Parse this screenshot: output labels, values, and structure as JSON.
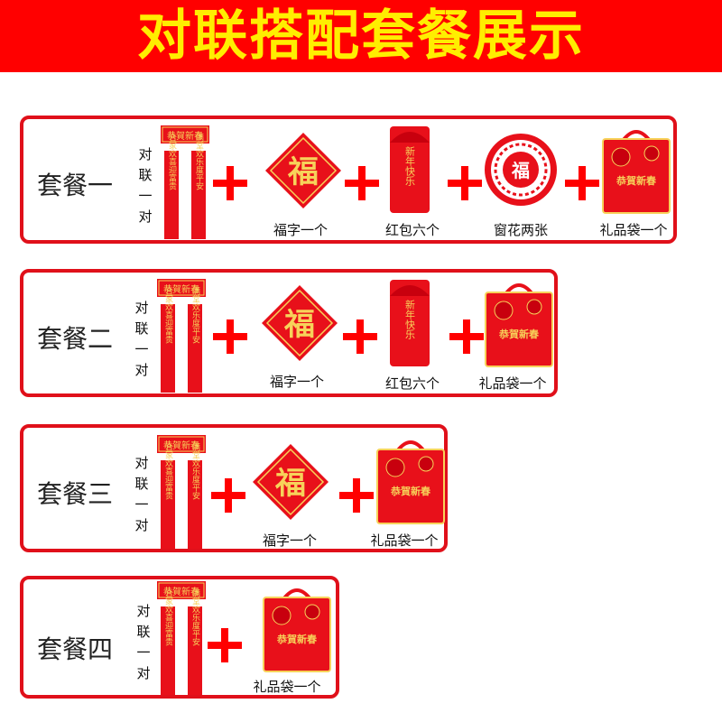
{
  "banner": {
    "title": "对联搭配套餐展示"
  },
  "colors": {
    "banner_red": "#ff0000",
    "title_yellow": "#ffee00",
    "frame_red": "#e0101a",
    "item_red": "#e8101a",
    "gold": "#f7d25a"
  },
  "couplet_text": {
    "top": "恭賀新春",
    "left": "合家欢喜迎富贵",
    "right": "满堂欢乐度平安"
  },
  "item_art_text": {
    "fu": "福",
    "bag": "恭賀新春",
    "envelope": "新年快乐"
  },
  "icons": [
    "couplet-icon",
    "fu-diamond-icon",
    "red-envelope-icon",
    "paper-cut-icon",
    "gift-bag-icon",
    "plus-icon"
  ],
  "packages": [
    {
      "title": "套餐一",
      "pair_label": [
        "对",
        "联",
        "一",
        "对"
      ],
      "items": [
        "福字一个",
        "红包六个",
        "窗花两张",
        "礼品袋一个"
      ]
    },
    {
      "title": "套餐二",
      "pair_label": [
        "对",
        "联",
        "一",
        "对"
      ],
      "items": [
        "福字一个",
        "红包六个",
        "礼品袋一个"
      ]
    },
    {
      "title": "套餐三",
      "pair_label": [
        "对",
        "联",
        "一",
        "对"
      ],
      "items": [
        "福字一个",
        "礼品袋一个"
      ]
    },
    {
      "title": "套餐四",
      "pair_label": [
        "对",
        "联",
        "一",
        "对"
      ],
      "items": [
        "礼品袋一个"
      ]
    }
  ]
}
